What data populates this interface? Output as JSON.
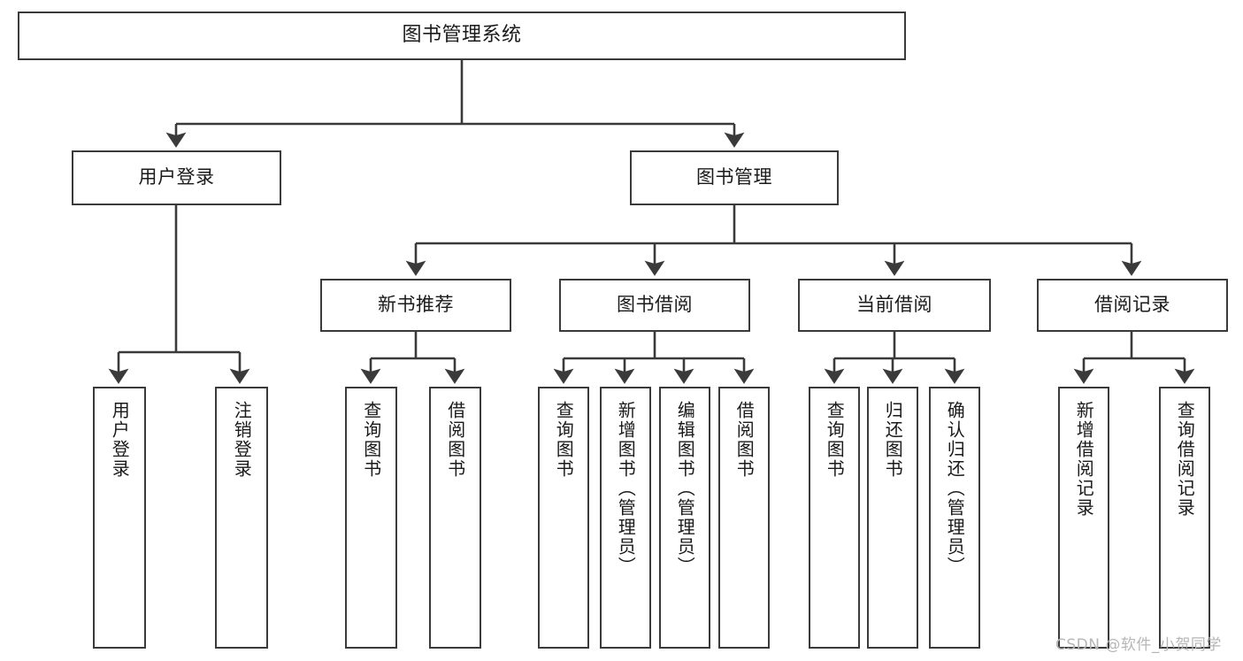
{
  "diagram": {
    "type": "tree-hierarchy-chart",
    "title": "图书管理系统",
    "line_color": "#3a3a3a",
    "box_fill": "#ffffff",
    "text_color": "#1a1a1a",
    "watermark": "CSDN @软件_小贺同学",
    "nodes": {
      "root": {
        "label": "图书管理系统"
      },
      "level2": [
        {
          "id": "user-login",
          "label": "用户登录"
        },
        {
          "id": "book-management",
          "label": "图书管理"
        }
      ],
      "level3": [
        {
          "id": "new-book-recommend",
          "label": "新书推荐"
        },
        {
          "id": "book-borrow",
          "label": "图书借阅"
        },
        {
          "id": "current-borrow",
          "label": "当前借阅"
        },
        {
          "id": "borrow-record",
          "label": "借阅记录"
        }
      ],
      "leaves": {
        "user_login": [
          {
            "id": "leaf-user-login",
            "label": "用户登录"
          },
          {
            "id": "leaf-logout-login",
            "label": "注销登录"
          }
        ],
        "new_book_recommend": [
          {
            "id": "leaf-query-book-1",
            "label": "查询图书"
          },
          {
            "id": "leaf-borrow-book-1",
            "label": "借阅图书"
          }
        ],
        "book_borrow": [
          {
            "id": "leaf-query-book-2",
            "label": "查询图书"
          },
          {
            "id": "leaf-add-book-admin",
            "label": "新增图书（管理员）"
          },
          {
            "id": "leaf-edit-book-admin",
            "label": "编辑图书（管理员）"
          },
          {
            "id": "leaf-borrow-book-2",
            "label": "借阅图书"
          }
        ],
        "current_borrow": [
          {
            "id": "leaf-query-book-3",
            "label": "查询图书"
          },
          {
            "id": "leaf-return-book",
            "label": "归还图书"
          },
          {
            "id": "leaf-confirm-return-admin",
            "label": "确认归还（管理员）"
          }
        ],
        "borrow_record": [
          {
            "id": "leaf-add-borrow-record",
            "label": "新增借阅记录"
          },
          {
            "id": "leaf-query-borrow-record",
            "label": "查询借阅记录"
          }
        ]
      }
    }
  }
}
